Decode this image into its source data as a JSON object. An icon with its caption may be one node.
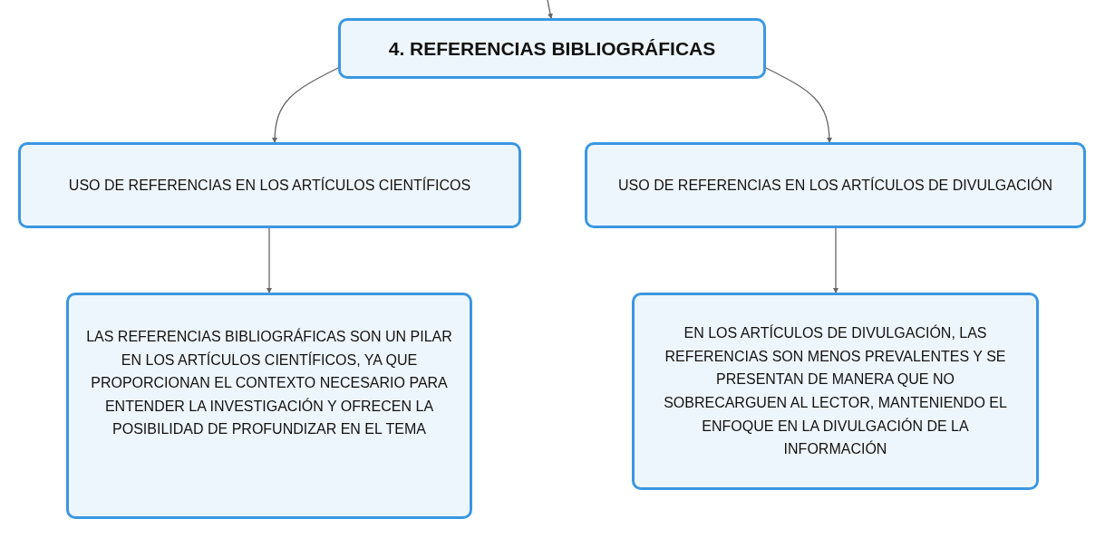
{
  "diagram": {
    "nodes": [
      {
        "text": [
          "4. REFERENCIAS BIBLIOGRÁFICAS"
        ]
      },
      {
        "text": [
          "USO DE REFERENCIAS EN LOS ARTÍCULOS CIENTÍFICOS"
        ]
      },
      {
        "text": [
          "USO DE REFERENCIAS EN LOS ARTÍCULOS DE DIVULGACIÓN"
        ]
      },
      {
        "text": [
          "LAS REFERENCIAS BIBLIOGRÁFICAS SON UN PILAR EN LOS ARTÍCULOS CIENTÍFICOS, YA QUE PROPORCIONAN EL CONTEXTO NECESARIO PARA ENTENDER LA INVESTIGACIÓN Y OFRECEN LA POSIBILIDAD DE PROFUNDIZAR EN EL TEMA"
        ]
      },
      {
        "text": [
          "EN LOS ARTÍCULOS DE DIVULGACIÓN, LAS REFERENCIAS SON MENOS PREVALENTES Y SE PRESENTAN DE MANERA QUE NO SOBRECARGUEN AL LECTOR, MANTENIENDO EL ENFOQUE EN LA DIVULGACIÓN DE LA INFORMACIÓN"
        ]
      }
    ],
    "edges": [
      {
        "from": null,
        "to": 0,
        "arrow": "to"
      },
      {
        "from": 0,
        "to": 1,
        "arrow": "to"
      },
      {
        "from": 0,
        "to": 2,
        "arrow": "to"
      },
      {
        "from": 1,
        "to": 3,
        "arrow": "to"
      },
      {
        "from": 2,
        "to": 4,
        "arrow": "to"
      }
    ]
  }
}
